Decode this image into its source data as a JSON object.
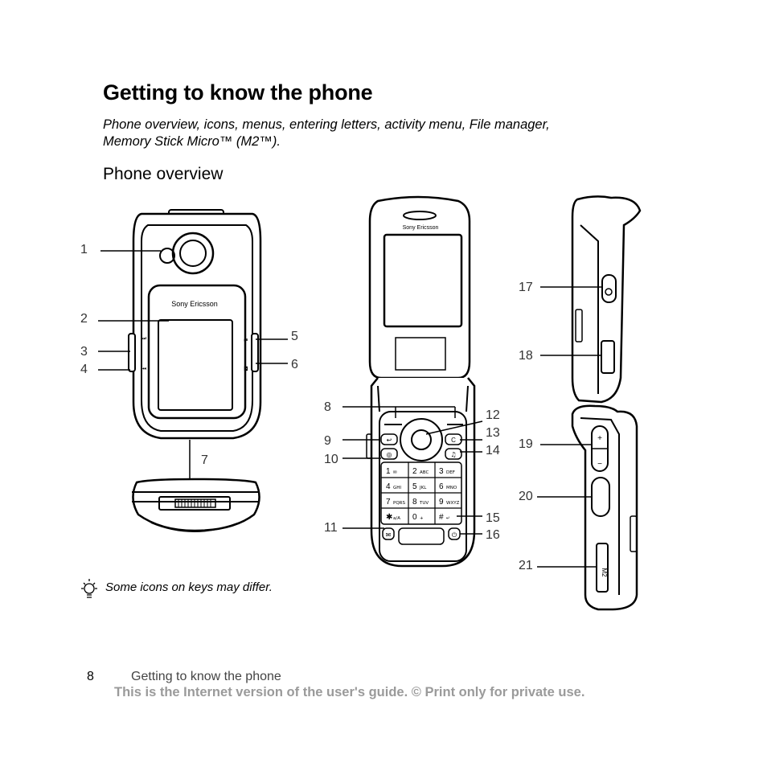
{
  "page": {
    "title": "Getting to know the phone",
    "subtitle_line1": "Phone overview, icons, menus, entering letters, activity menu, File manager,",
    "subtitle_line2": "Memory Stick Micro™ (M2™).",
    "section_title": "Phone overview",
    "tip": "Some icons on keys may differ.",
    "page_number": "8",
    "footer_title": "Getting to know the phone",
    "footer_note": "This is the Internet version of the user's guide. © Print only for private use."
  },
  "phone": {
    "brand_front": "Sony Ericsson",
    "brand_inner": "Sony Ericsson",
    "keys": [
      {
        "digit": "1",
        "sub": "✉"
      },
      {
        "digit": "2",
        "sub": "ABC"
      },
      {
        "digit": "3",
        "sub": "DEF"
      },
      {
        "digit": "4",
        "sub": "GHI"
      },
      {
        "digit": "5",
        "sub": "JKL"
      },
      {
        "digit": "6",
        "sub": "MNO"
      },
      {
        "digit": "7",
        "sub": "PQRS"
      },
      {
        "digit": "8",
        "sub": "TUV"
      },
      {
        "digit": "9",
        "sub": "WXYZ"
      },
      {
        "digit": "✱",
        "sub": "a/A"
      },
      {
        "digit": "0",
        "sub": "+"
      },
      {
        "digit": "#",
        "sub": "↵"
      }
    ],
    "clear_key": "C",
    "slot_label": "M2"
  },
  "callouts": [
    "1",
    "2",
    "3",
    "4",
    "5",
    "6",
    "7",
    "8",
    "9",
    "10",
    "11",
    "12",
    "13",
    "14",
    "15",
    "16",
    "17",
    "18",
    "19",
    "20",
    "21"
  ]
}
